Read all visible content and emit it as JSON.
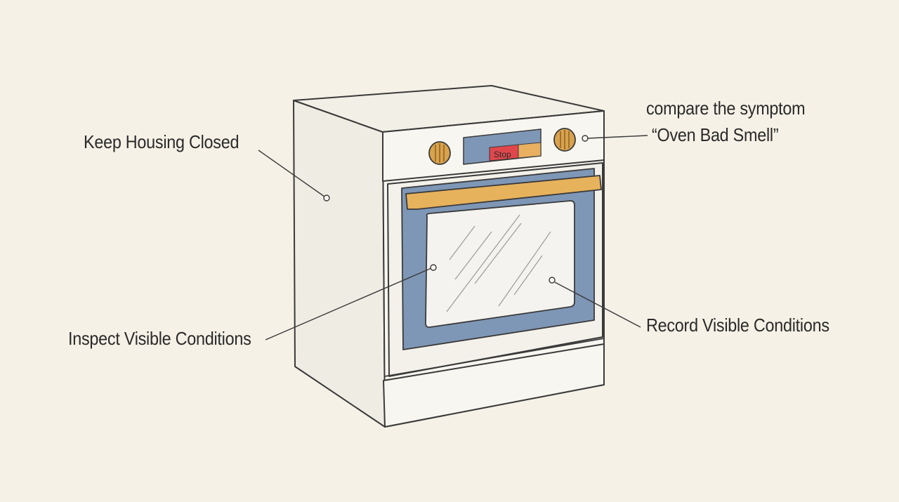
{
  "labels": {
    "housing": "Keep Housing Closed",
    "symptom_line1": "compare the symptom",
    "symptom_line2": "“Oven Bad Smell”",
    "inspect": "Inspect Visible Conditions",
    "record": "Record Visible Conditions"
  },
  "display": {
    "stop_label": "Stop"
  },
  "colors": {
    "background": "#f5f1e6",
    "body": "#f8f6f0",
    "outline": "#3a3a3a",
    "door_frame": "#7f97b6",
    "handle": "#e7b25c",
    "knob": "#d9a24c",
    "stop_button": "#e0474c",
    "display_accent": "#e8b060"
  }
}
